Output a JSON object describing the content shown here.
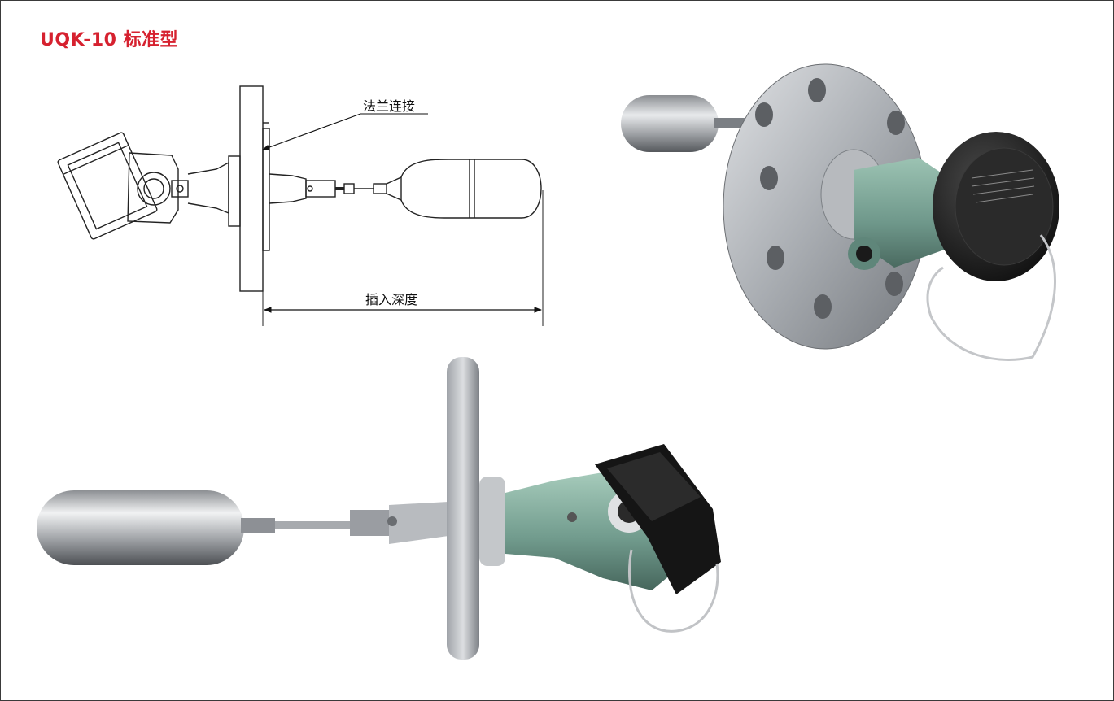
{
  "title": "UQK-10 标准型",
  "drawing": {
    "flange_label": "法兰连接",
    "depth_label": "插入深度"
  },
  "colors": {
    "title": "#d6212f",
    "housing_green": "#7fa596",
    "cap_black": "#1c1c1c",
    "steel": "#b9bcc0"
  },
  "icons": [
    "technical-drawing",
    "product-photo-rear-view",
    "product-photo-side-view"
  ]
}
